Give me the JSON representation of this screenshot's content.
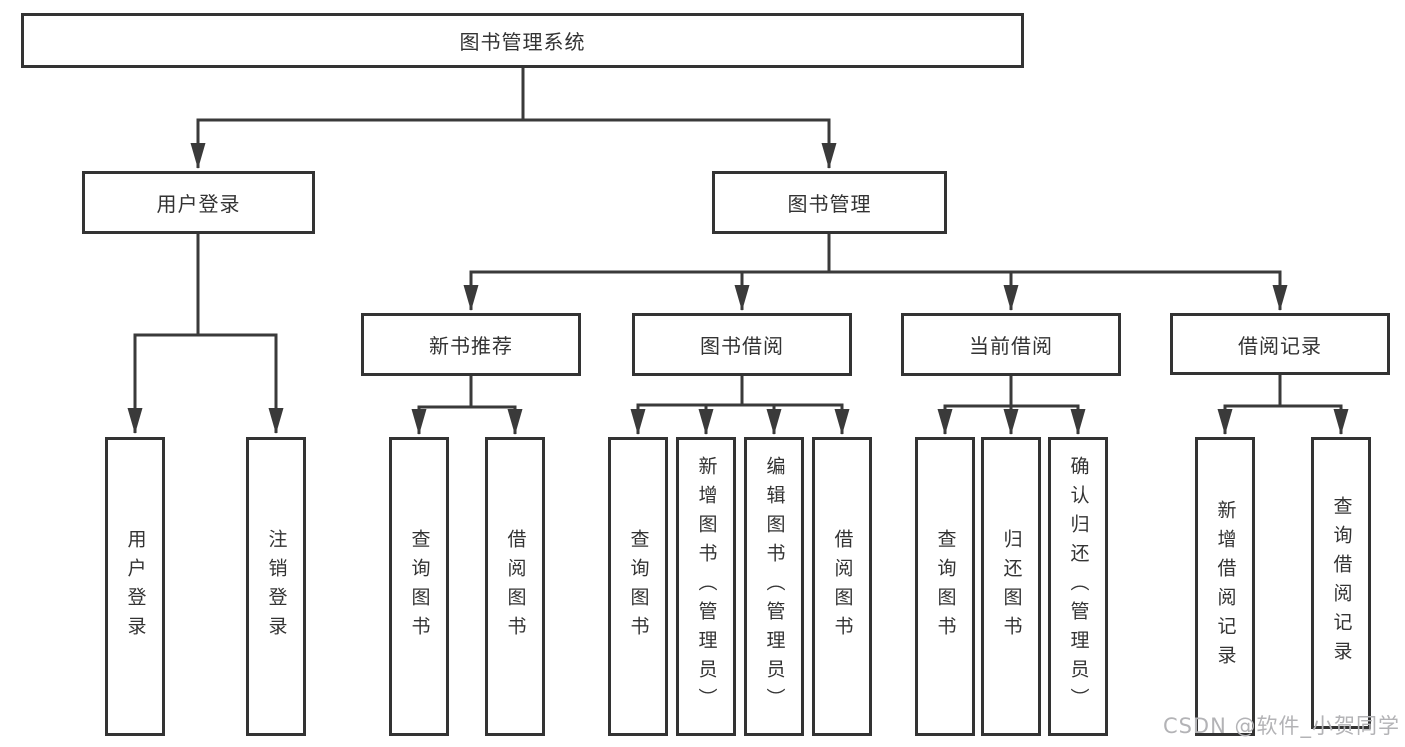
{
  "colors": {
    "line": "#3a3a3a",
    "box_border": "#333333",
    "box_fill": "#ffffff",
    "text": "#333333",
    "background": "#ffffff",
    "watermark": "#b3b3b6"
  },
  "watermark": {
    "text": "CSDN @软件_小贺同学"
  },
  "tree": {
    "root": {
      "label": "图书管理系统"
    },
    "branches": [
      {
        "label": "用户登录",
        "children": [
          {
            "label": "用户登录"
          },
          {
            "label": "注销登录"
          }
        ]
      },
      {
        "label": "图书管理",
        "children": [
          {
            "label": "新书推荐",
            "children": [
              {
                "label": "查询图书"
              },
              {
                "label": "借阅图书"
              }
            ]
          },
          {
            "label": "图书借阅",
            "children": [
              {
                "label": "查询图书"
              },
              {
                "label": "新增图书（管理员）"
              },
              {
                "label": "编辑图书（管理员）"
              },
              {
                "label": "借阅图书"
              }
            ]
          },
          {
            "label": "当前借阅",
            "children": [
              {
                "label": "查询图书"
              },
              {
                "label": "归还图书"
              },
              {
                "label": "确认归还（管理员）"
              }
            ]
          },
          {
            "label": "借阅记录",
            "children": [
              {
                "label": "新增借阅记录"
              },
              {
                "label": "查询借阅记录"
              }
            ]
          }
        ]
      }
    ]
  }
}
